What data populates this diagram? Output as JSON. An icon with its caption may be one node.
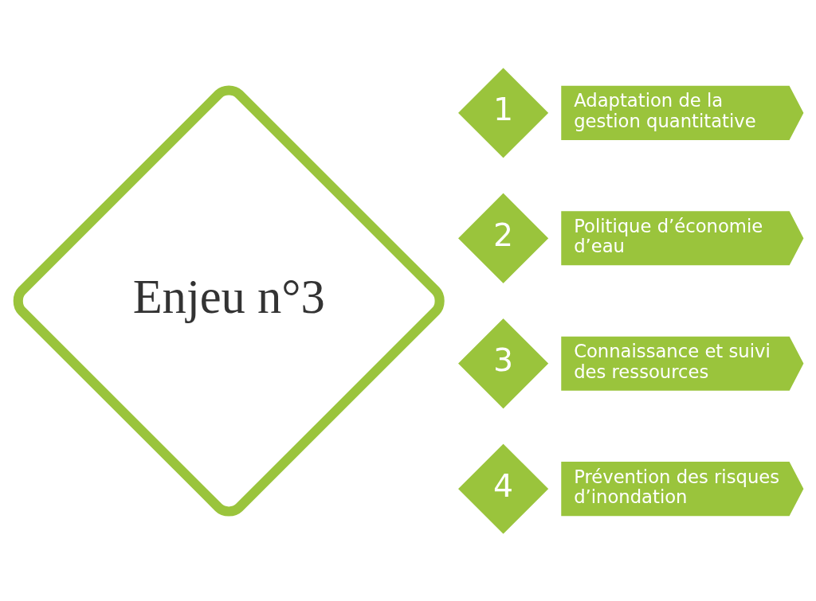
{
  "diagram": {
    "nodes": [
      {
        "text": [
          "Enjeu n°3"
        ]
      },
      {
        "text": [
          "1"
        ]
      },
      {
        "text": [
          "Adaptation de la gestion quantitative"
        ]
      },
      {
        "text": [
          "2"
        ]
      },
      {
        "text": [
          "Politique d’économie d’eau"
        ]
      },
      {
        "text": [
          "3"
        ]
      },
      {
        "text": [
          "Connaissance et suivi des ressources"
        ]
      },
      {
        "text": [
          "4"
        ]
      },
      {
        "text": [
          "Prévention des risques d’inondation"
        ]
      }
    ],
    "edges": []
  }
}
